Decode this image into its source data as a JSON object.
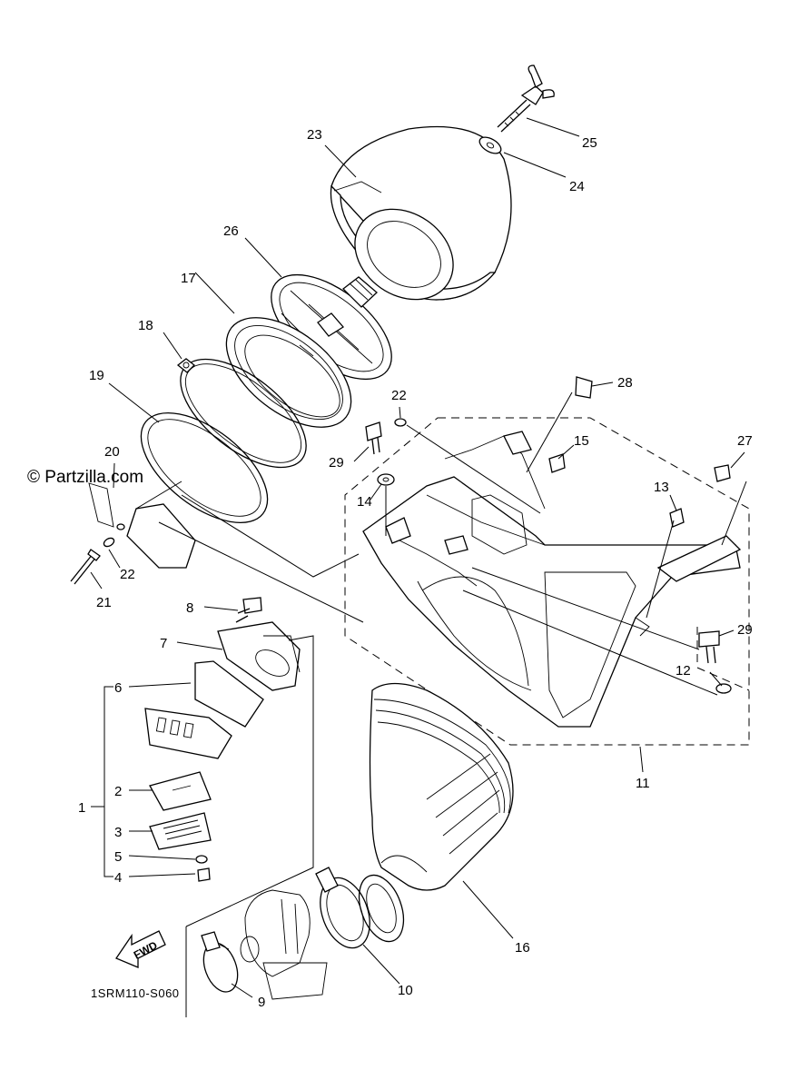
{
  "watermark": "© Partzilla.com",
  "drawing_code": "1SRM110-S060",
  "fwd_label": "FWD",
  "parts": [
    {
      "id": "p1",
      "label": "1"
    },
    {
      "id": "p2",
      "label": "2"
    },
    {
      "id": "p3",
      "label": "3"
    },
    {
      "id": "p4",
      "label": "4"
    },
    {
      "id": "p5",
      "label": "5"
    },
    {
      "id": "p6",
      "label": "6"
    },
    {
      "id": "p7",
      "label": "7"
    },
    {
      "id": "p8",
      "label": "8"
    },
    {
      "id": "p9",
      "label": "9"
    },
    {
      "id": "p10",
      "label": "10"
    },
    {
      "id": "p11",
      "label": "11"
    },
    {
      "id": "p12",
      "label": "12"
    },
    {
      "id": "p13",
      "label": "13"
    },
    {
      "id": "p14",
      "label": "14"
    },
    {
      "id": "p15",
      "label": "15"
    },
    {
      "id": "p16",
      "label": "16"
    },
    {
      "id": "p17",
      "label": "17"
    },
    {
      "id": "p18",
      "label": "18"
    },
    {
      "id": "p19",
      "label": "19"
    },
    {
      "id": "p20",
      "label": "20"
    },
    {
      "id": "p21",
      "label": "21"
    },
    {
      "id": "p22a",
      "label": "22"
    },
    {
      "id": "p22b",
      "label": "22"
    },
    {
      "id": "p23",
      "label": "23"
    },
    {
      "id": "p24",
      "label": "24"
    },
    {
      "id": "p25",
      "label": "25"
    },
    {
      "id": "p26",
      "label": "26"
    },
    {
      "id": "p27",
      "label": "27"
    },
    {
      "id": "p28",
      "label": "28"
    },
    {
      "id": "p29a",
      "label": "29"
    },
    {
      "id": "p29b",
      "label": "29"
    }
  ]
}
